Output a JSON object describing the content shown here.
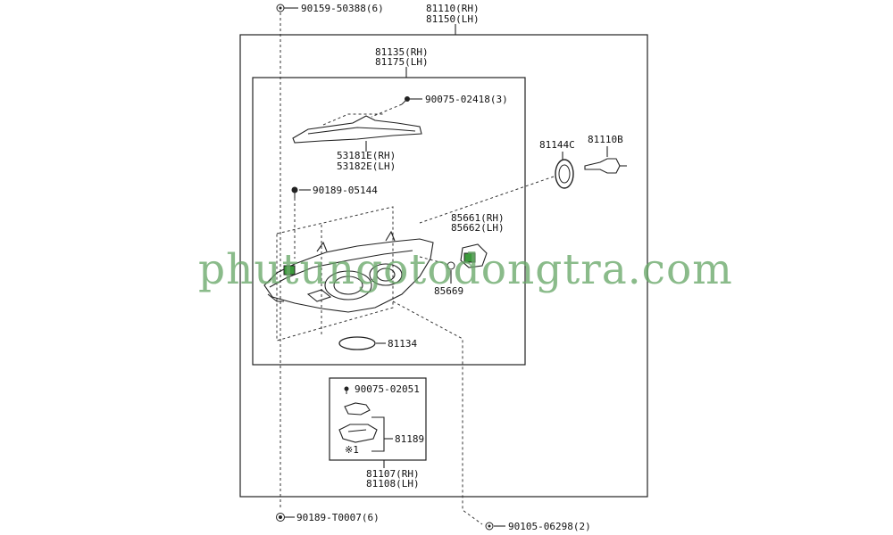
{
  "labels": {
    "assembly_rh": "81110(RH)",
    "assembly_lh": "81150(LH)",
    "housing_rh": "81135(RH)",
    "housing_lh": "81175(LH)",
    "screw_top": "90159-50388(6)",
    "screw_cover": "90075-02418(3)",
    "cover_rh": "53181E(RH)",
    "cover_lh": "53182E(LH)",
    "clip": "90189-05144",
    "socket": "81144C",
    "bulb": "81110B",
    "bulb2_rh": "85661(RH)",
    "bulb2_lh": "85662(LH)",
    "grommet": "85669",
    "gasket": "81134",
    "screw_kit": "90075-02051",
    "bracket": "81189",
    "note": "※1",
    "kit_rh": "81107(RH)",
    "kit_lh": "81108(LH)",
    "clip_bottom": "90189-T0007(6)",
    "screw_bottom": "90105-06298(2)"
  },
  "watermark": "phutungotodongtra.com",
  "colors": {
    "line": "#222222",
    "watermark": "#6aa86a",
    "highlight": "#3b9a3b"
  }
}
